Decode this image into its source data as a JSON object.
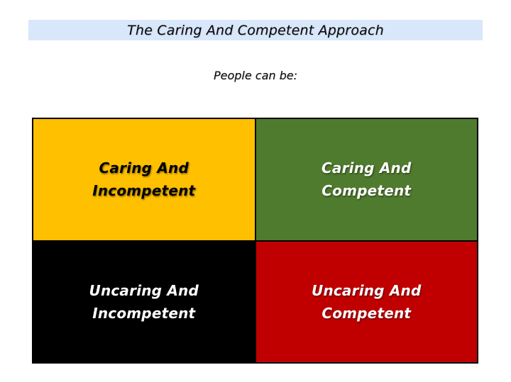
{
  "title": "The Caring And Competent Approach",
  "subtitle": "People can be:",
  "colors": {
    "banner_bg": "#D9E7FB",
    "grid_border": "#000000",
    "text_dark": "#000000",
    "text_light": "#FFFFFF"
  },
  "quadrants": [
    {
      "id": "caring-incompetent",
      "label": "Caring And\nIncompetent",
      "bg": "#FFC000",
      "fg": "#000000"
    },
    {
      "id": "caring-competent",
      "label": "Caring And\nCompetent",
      "bg": "#4F7B2E",
      "fg": "#FFFFFF"
    },
    {
      "id": "uncaring-incompetent",
      "label": "Uncaring And\nIncompetent",
      "bg": "#000000",
      "fg": "#FFFFFF"
    },
    {
      "id": "uncaring-competent",
      "label": "Uncaring And\nCompetent",
      "bg": "#C00000",
      "fg": "#FFFFFF"
    }
  ]
}
